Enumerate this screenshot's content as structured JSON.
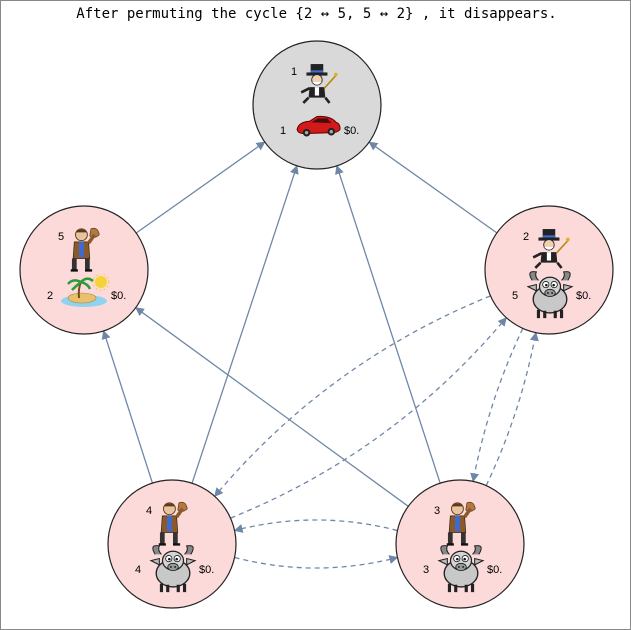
{
  "caption": "After permuting the cycle {2 ↔ 5, 5 ↔ 2} , it disappears.",
  "colors": {
    "top_node_fill": "#d9d9d9",
    "node_fill": "#fddada",
    "node_stroke": "#222222",
    "edge": "#6f87a6"
  },
  "nodes": [
    {
      "id": "n1",
      "person_num": "1",
      "person_icon": "monopoly-man-icon",
      "item_num": "1",
      "item_icon": "red-car-icon",
      "price": "$0."
    },
    {
      "id": "n5",
      "person_num": "5",
      "person_icon": "poor-man-icon",
      "item_num": "2",
      "item_icon": "island-icon",
      "price": "$0."
    },
    {
      "id": "n2",
      "person_num": "2",
      "person_icon": "monopoly-man-icon",
      "item_num": "5",
      "item_icon": "goat-icon",
      "price": "$0."
    },
    {
      "id": "n4",
      "person_num": "4",
      "person_icon": "poor-man-icon",
      "item_num": "4",
      "item_icon": "goat-icon",
      "price": "$0."
    },
    {
      "id": "n3",
      "person_num": "3",
      "person_icon": "poor-man-icon",
      "item_num": "3",
      "item_icon": "goat-icon",
      "price": "$0."
    }
  ],
  "edges_solid": [
    {
      "from": "n5",
      "to": "n1"
    },
    {
      "from": "n2",
      "to": "n1"
    },
    {
      "from": "n4",
      "to": "n1"
    },
    {
      "from": "n3",
      "to": "n1"
    },
    {
      "from": "n4",
      "to": "n5"
    },
    {
      "from": "n3",
      "to": "n5"
    }
  ],
  "edges_dashed": [
    {
      "from": "n4",
      "to": "n2"
    },
    {
      "from": "n2",
      "to": "n4"
    },
    {
      "from": "n3",
      "to": "n2"
    },
    {
      "from": "n2",
      "to": "n3"
    },
    {
      "from": "n4",
      "to": "n3"
    },
    {
      "from": "n3",
      "to": "n4"
    }
  ]
}
